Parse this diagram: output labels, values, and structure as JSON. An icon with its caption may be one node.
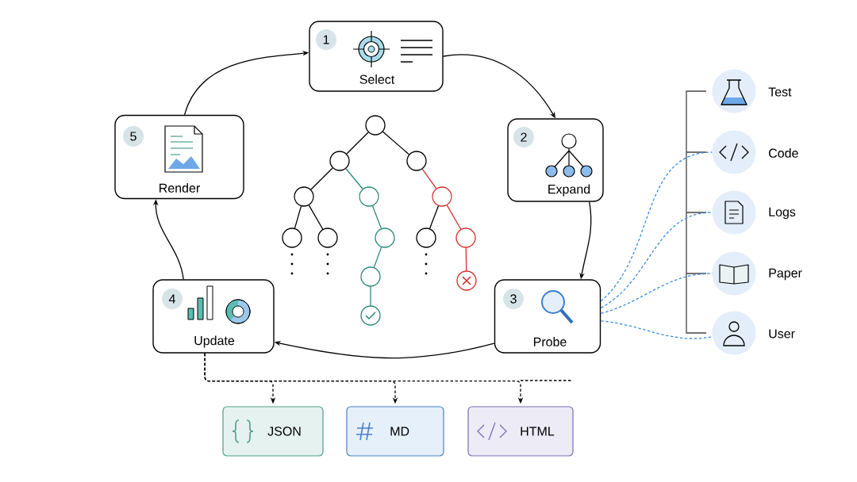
{
  "diagram": {
    "nodes": [
      {
        "text": [
          "1",
          "Select"
        ]
      },
      {
        "text": [
          "2",
          "Expand"
        ]
      },
      {
        "text": [
          "3",
          "Probe"
        ]
      },
      {
        "text": [
          "4",
          "Update"
        ]
      },
      {
        "text": [
          "5",
          "Render"
        ]
      },
      {
        "text": [],
        "shape": "circle"
      },
      {
        "text": [],
        "shape": "circle"
      },
      {
        "text": [],
        "shape": "circle"
      },
      {
        "text": [],
        "shape": "circle"
      },
      {
        "text": [],
        "shape": "circle"
      },
      {
        "text": [],
        "shape": "circle"
      },
      {
        "text": [],
        "shape": "circle"
      },
      {
        "text": [],
        "shape": "circle"
      },
      {
        "text": [],
        "shape": "circle"
      },
      {
        "text": [],
        "shape": "circle"
      },
      {
        "text": [],
        "shape": "circle"
      },
      {
        "text": [],
        "shape": "circle"
      },
      {
        "text": [],
        "shape": "circle"
      },
      {
        "text": [],
        "shape": "circle"
      },
      {
        "text": [
          "Test"
        ]
      },
      {
        "text": [
          "Code"
        ]
      },
      {
        "text": [
          "Logs"
        ]
      },
      {
        "text": [
          "Paper"
        ]
      },
      {
        "text": [
          "User"
        ]
      },
      {
        "text": [
          "JSON"
        ]
      },
      {
        "text": [
          "MD"
        ]
      },
      {
        "text": [
          "HTML"
        ]
      }
    ],
    "edges": [
      {
        "from": 0,
        "to": 1,
        "arrow": "to"
      },
      {
        "from": 1,
        "to": 2,
        "arrow": "to"
      },
      {
        "from": 2,
        "to": 3,
        "arrow": "to"
      },
      {
        "from": 3,
        "to": 4,
        "arrow": "to"
      },
      {
        "from": 4,
        "to": 0,
        "arrow": "to"
      },
      {
        "from": 5,
        "to": 6,
        "arrow": "none"
      },
      {
        "from": 5,
        "to": 7,
        "arrow": "none"
      },
      {
        "from": 6,
        "to": 8,
        "arrow": "none"
      },
      {
        "from": 6,
        "to": 9,
        "arrow": "none",
        "color": "#2a8a78"
      },
      {
        "from": 7,
        "to": 10,
        "arrow": "none",
        "color": "#d0312d"
      },
      {
        "from": 8,
        "to": 11,
        "arrow": "none"
      },
      {
        "from": 8,
        "to": 12,
        "arrow": "none"
      },
      {
        "from": 9,
        "to": 13,
        "arrow": "none",
        "color": "#2a8a78"
      },
      {
        "from": 10,
        "to": 14,
        "arrow": "none"
      },
      {
        "from": 10,
        "to": 15,
        "arrow": "none",
        "color": "#d0312d"
      },
      {
        "from": 13,
        "to": 16,
        "arrow": "none",
        "color": "#2a8a78"
      },
      {
        "from": 15,
        "to": 17,
        "arrow": "none",
        "color": "#d0312d"
      },
      {
        "from": 16,
        "to": 18,
        "arrow": "none",
        "color": "#2a8a78"
      },
      {
        "from": 2,
        "to": 20,
        "arrow": "none",
        "style": "dashed",
        "color": "#3b8fe0"
      },
      {
        "from": 2,
        "to": 21,
        "arrow": "none",
        "style": "dashed",
        "color": "#3b8fe0"
      },
      {
        "from": 2,
        "to": 22,
        "arrow": "none",
        "style": "dashed",
        "color": "#3b8fe0"
      },
      {
        "from": 2,
        "to": 23,
        "arrow": "none",
        "style": "dashed",
        "color": "#3b8fe0"
      },
      {
        "from": 3,
        "to": 24,
        "arrow": "to",
        "style": "dashed"
      },
      {
        "from": 3,
        "to": 25,
        "arrow": "to",
        "style": "dashed"
      },
      {
        "from": 3,
        "to": 26,
        "arrow": "to",
        "style": "dashed"
      }
    ]
  }
}
